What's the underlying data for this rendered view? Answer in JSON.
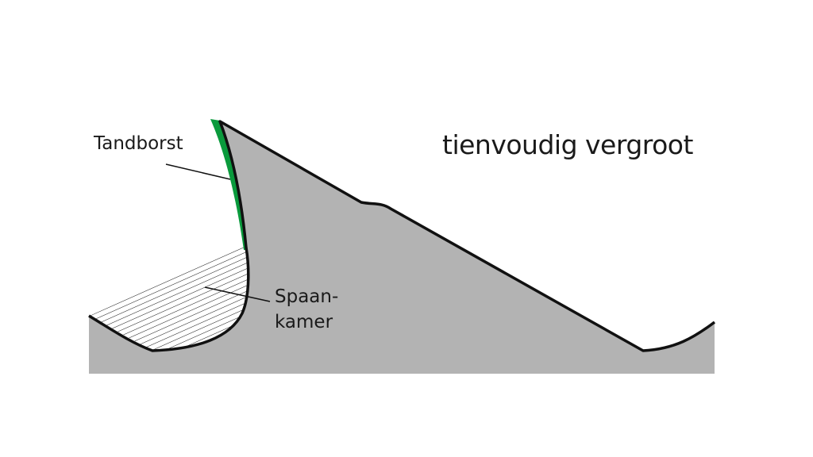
{
  "title": "tienvoudig vergroot",
  "labels": {
    "tooth_face": "Tandborst",
    "gullet_line1": "Spaan-",
    "gullet_line2": "kamer"
  },
  "colors": {
    "tooth_fill": "#b3b3b3",
    "outline": "#111111",
    "tooth_face": "#0a9a3c"
  }
}
